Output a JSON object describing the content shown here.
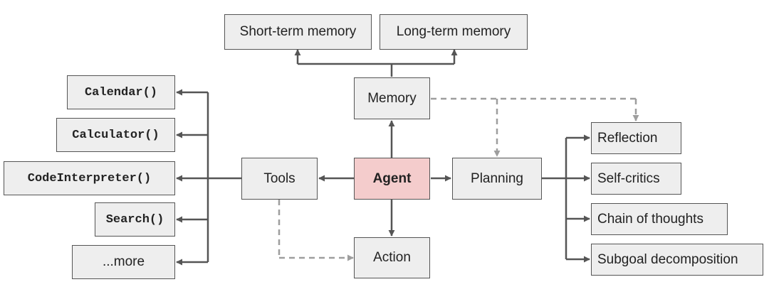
{
  "center": {
    "label": "Agent",
    "color": "#f4cccc"
  },
  "memory": {
    "label": "Memory",
    "children": [
      "Short-term memory",
      "Long-term memory"
    ]
  },
  "planning": {
    "label": "Planning",
    "children": [
      "Reflection",
      "Self-critics",
      "Chain of thoughts",
      "Subgoal decomposition"
    ]
  },
  "tools": {
    "label": "Tools",
    "children": [
      "Calendar()",
      "Calculator()",
      "CodeInterpreter()",
      "Search()",
      "...more"
    ]
  },
  "action": {
    "label": "Action"
  },
  "colors": {
    "box_fill": "#eeeeee",
    "box_border": "#555555",
    "solid_line": "#555555",
    "dashed_line": "#9e9e9e"
  }
}
